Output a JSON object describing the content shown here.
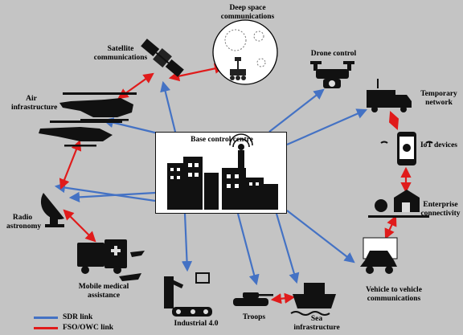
{
  "center": {
    "label": "Base control centre"
  },
  "nodes": {
    "deep_space": "Deep space communications",
    "satellite": "Satellite communications",
    "drone": "Drone control",
    "air": "Air infrastructure",
    "temporary_network": "Temporary network",
    "iot": "IoT devices",
    "radio": "Radio astronomy",
    "enterprise": "Enterprise connectivity",
    "medical": "Mobile medical assistance",
    "v2v": "Vehicle to vehicle communications",
    "industrial": "Industrial 4.0",
    "troops": "Troops",
    "sea": "Sea infrastructure"
  },
  "legend": {
    "sdr": {
      "label": "SDR link",
      "color": "#4472c4"
    },
    "fso": {
      "label": "FSO/OWC link",
      "color": "#e01b1b"
    }
  },
  "icons": [
    "city-icon",
    "satellite-icon",
    "moon-rover-icon",
    "drone-icon",
    "helicopter-icon",
    "attack-helicopter-icon",
    "truck-icon",
    "iot-phone-icon",
    "house-icon",
    "radio-dish-icon",
    "ambulance-icon",
    "car-icon",
    "robot-arm-icon",
    "tank-icon",
    "ship-icon"
  ]
}
